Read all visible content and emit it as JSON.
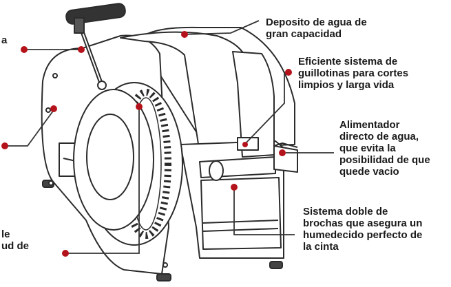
{
  "colors": {
    "marker": "#b5131b",
    "line": "#333333",
    "outline": "#2b2b2b"
  },
  "callouts": {
    "deposito": [
      "Deposito de agua de",
      "gran capacidad"
    ],
    "guillotinas": [
      "Eficiente sistema de",
      "guillotinas para cortes",
      "limpios y larga vida"
    ],
    "alimentador": [
      "Alimentador",
      "directo de agua,",
      "que evita la",
      "posibilidad de que",
      "quede vacio"
    ],
    "brochas": [
      "Sistema doble de",
      "brochas que asegura un",
      "humedecido perfecto de",
      "la cinta"
    ],
    "left_top": [
      "a"
    ],
    "left_bottom": [
      "le",
      "ud de"
    ]
  }
}
